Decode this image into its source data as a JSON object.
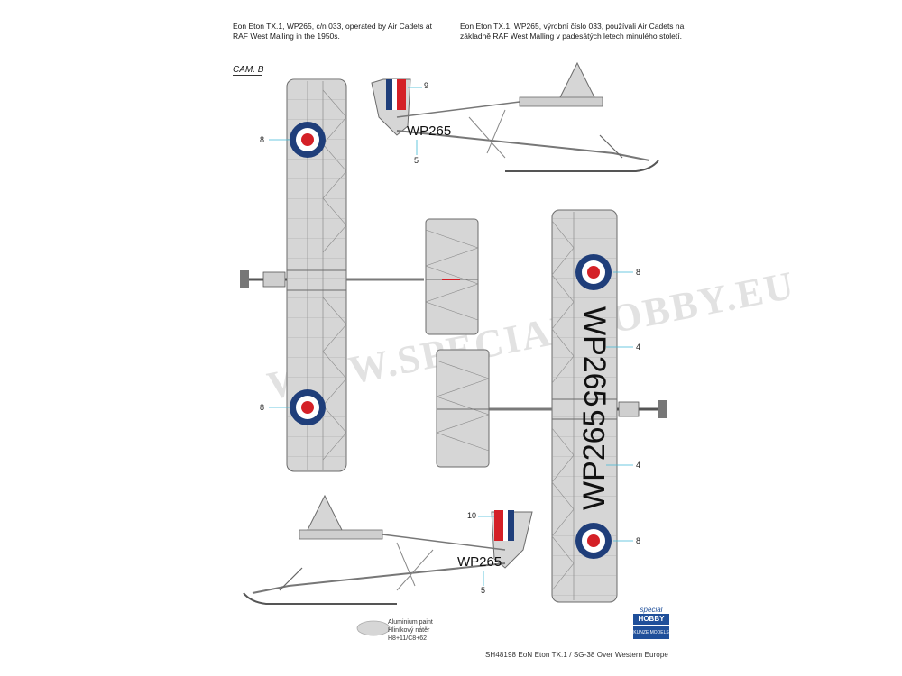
{
  "captions": {
    "english": "Eon Eton TX.1, WP265, c/n 033, operated by Air Cadets at RAF West Malling in the 1950s.",
    "czech": "Eon Eton TX.1, WP265, výrobní číslo 033, používali Air Cadets na základně RAF West Malling v padesátých letech minulého století."
  },
  "camouflage_label": "CAM. B",
  "serial": "WP265",
  "callouts": {
    "fin_flash_top": "9",
    "serial_top": "5",
    "roundel_upper_left_top": "8",
    "roundel_upper_left_bottom": "8",
    "roundel_lower_right_top": "8",
    "serial_lower_right_top": "4",
    "serial_lower_right_bottom": "4",
    "roundel_lower_right_bottom": "8",
    "fin_flash_bottom": "10",
    "serial_bottom": "5"
  },
  "legend": {
    "line1": "Aluminium paint",
    "line2": "Hliníkový nátěr",
    "line3": "H8+11/C8+62"
  },
  "footer": "SH48198   EoN Eton TX.1 / SG-38 Over Western Europe",
  "watermark": "WWW.SPECIALHOBBY.EU",
  "logo": {
    "top": "special",
    "middle": "HOBBY",
    "bottom": "KUNZE MODELS"
  },
  "colors": {
    "aluminium": "#d6d6d6",
    "roundel_blue": "#1f3e7a",
    "roundel_red": "#d42027",
    "outline": "#6b6b6b",
    "callout_line": "#3fb9d6"
  }
}
